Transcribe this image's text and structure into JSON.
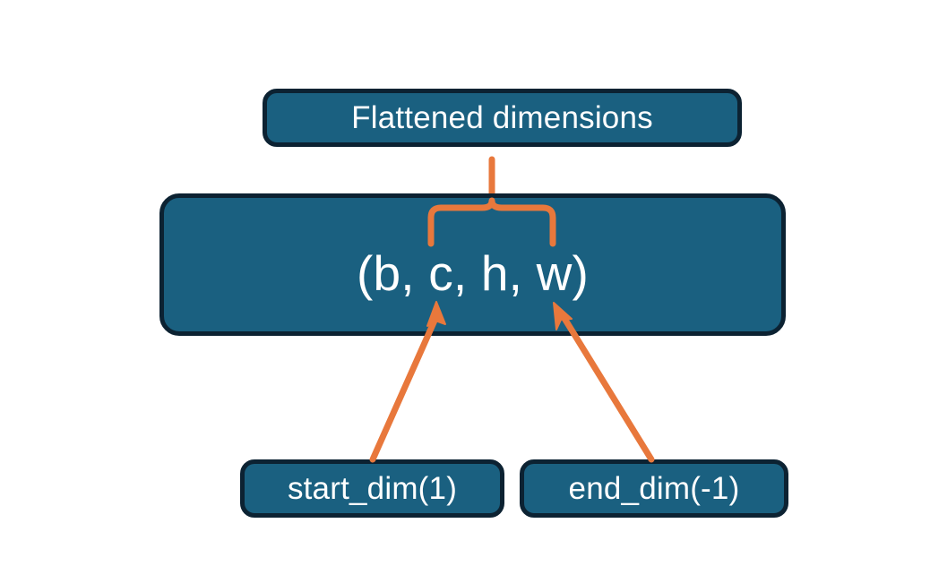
{
  "diagram": {
    "title": "torch.flatten dimension range diagram",
    "background_color": "#ffffff",
    "node_fill_color": "#1a6080",
    "node_border_color": "#0c2232",
    "node_text_color": "#ffffff",
    "accent_color": "#e8783c",
    "nodes": {
      "flattened": {
        "label": "Flattened dimensions"
      },
      "shape": {
        "label": "(b, c, h, w)"
      },
      "start_dim": {
        "label": "start_dim(1)"
      },
      "end_dim": {
        "label": "end_dim(-1)"
      }
    },
    "connectors": [
      {
        "name": "brace-over-c-h-w",
        "type": "curly-brace",
        "color": "#e8783c",
        "from": "shape",
        "to": "flattened",
        "spans": "c, h, w"
      },
      {
        "name": "arrow-start-dim-to-c",
        "type": "arrow",
        "color": "#e8783c",
        "from": "start_dim",
        "to": "shape.c"
      },
      {
        "name": "arrow-end-dim-to-w",
        "type": "arrow",
        "color": "#e8783c",
        "from": "end_dim",
        "to": "shape.w"
      }
    ]
  }
}
